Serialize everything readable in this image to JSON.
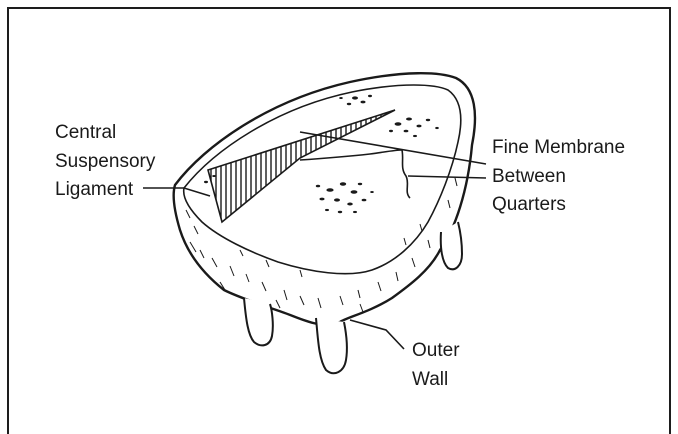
{
  "labels": {
    "central_line1": "Central",
    "central_line2": "Suspensory",
    "central_line3": "Ligament",
    "fine_membrane": "Fine Membrane",
    "between": "Between",
    "quarters": "Quarters",
    "outer": "Outer",
    "wall": "Wall"
  },
  "colors": {
    "ink": "#1a1a1a",
    "paper": "#ffffff"
  }
}
